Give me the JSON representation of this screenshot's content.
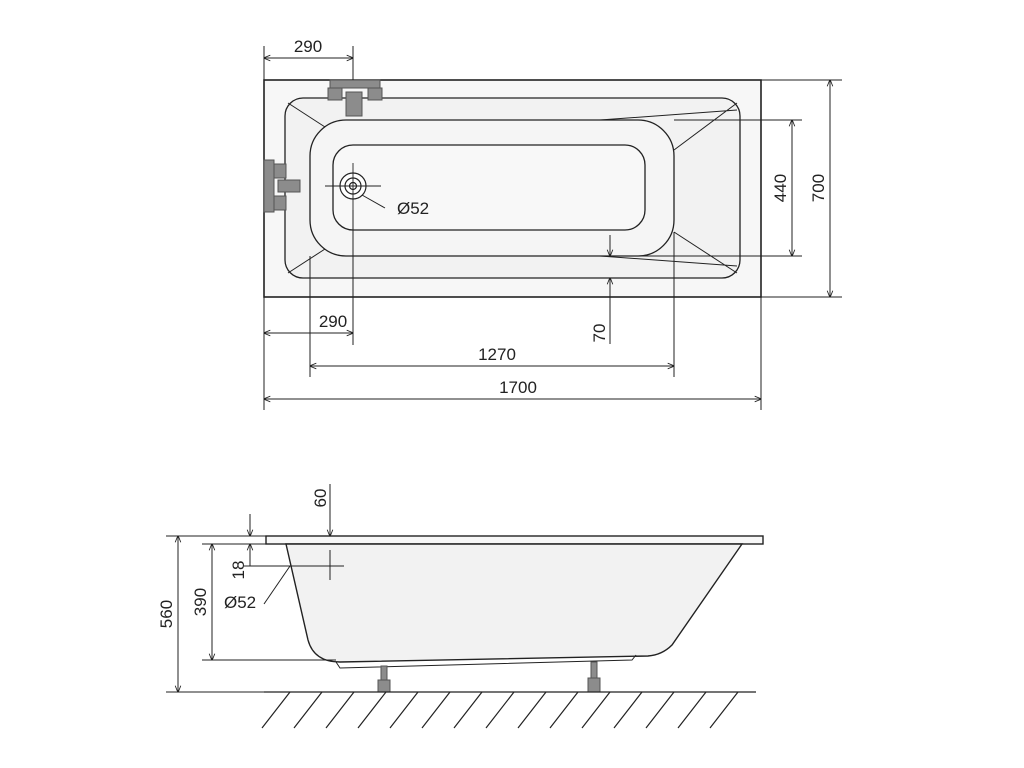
{
  "colors": {
    "line": "#222222",
    "tub_fill": "#f2f2f2",
    "rim_fill": "#f7f7f7",
    "fitting": "#8c8c8c"
  },
  "top_view": {
    "dim_overflow_offset": "290",
    "dim_drain_offset": "290",
    "dim_inner_length": "1270",
    "dim_total_length": "1700",
    "dim_inner_width": "440",
    "dim_total_width": "700",
    "dim_step": "70",
    "drain_diameter": "Ø52"
  },
  "side_view": {
    "dim_rim_height": "60",
    "dim_overflow_height": "18",
    "dim_depth": "390",
    "dim_total_height": "560",
    "overflow_diameter": "Ø52"
  }
}
